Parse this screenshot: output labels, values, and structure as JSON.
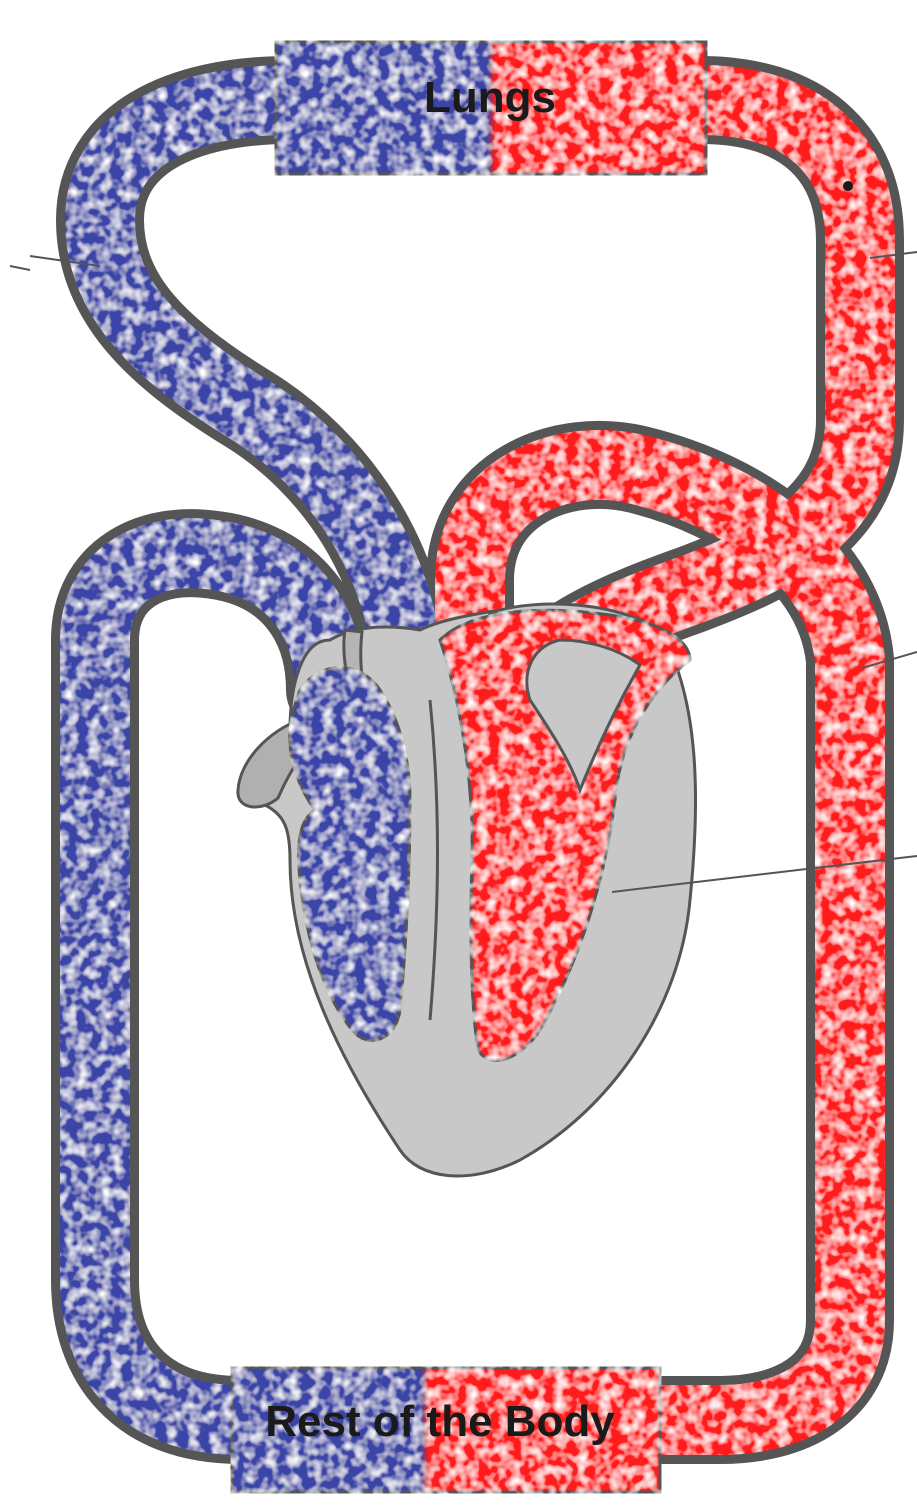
{
  "organs": {
    "lungs_label": "Lungs",
    "body_label": "Rest of the Body"
  },
  "colors": {
    "deoxygenated": "#3a44a8",
    "oxygenated": "#ff1a1a",
    "heart_tissue": "#c8c8c8",
    "outline": "#555555",
    "leader_line": "#555555"
  },
  "icons": {
    "heart": "heart-icon",
    "vessel": "blood-vessel"
  }
}
